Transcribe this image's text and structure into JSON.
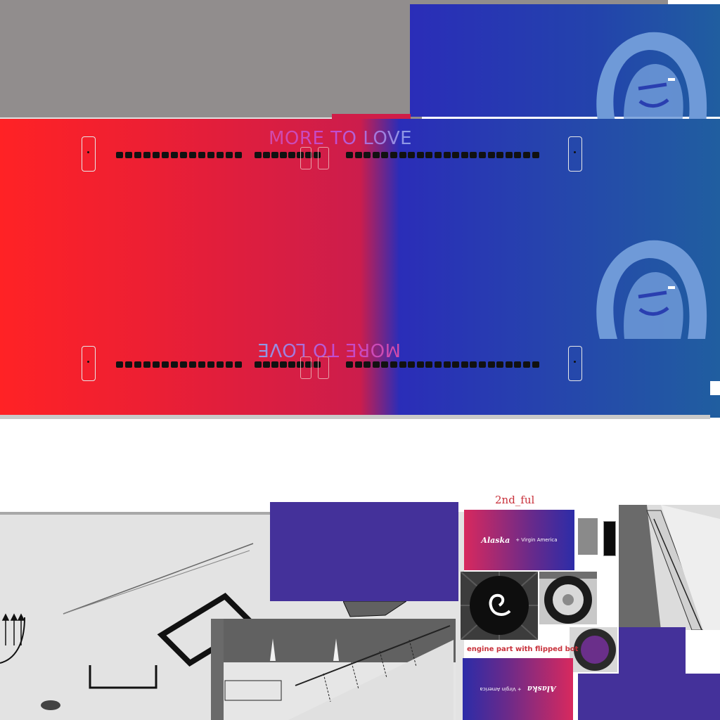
{
  "texture": {
    "slogan_top": "MORE TO LOVE",
    "slogan_bottom": "MORE TO LOVE",
    "engine_label": "engine part with flipped bot",
    "header_scribble": "2nd_ful",
    "card_brand": "Alaska",
    "card_subtitle": "+ Virgin America"
  },
  "icons": {
    "tail_logo": "eskimo-face-icon",
    "engine_fan": "spiral-spinner-icon",
    "wheel": "landing-wheel-icon",
    "tire": "tire-icon",
    "arrows": "arrow-up-icon"
  },
  "colors": {
    "red": "#ff2225",
    "crimson": "#c81c50",
    "blue": "#2a2db8",
    "blue_right": "#205ea0",
    "purple": "#44319a",
    "logo_light_blue": "#6f9ad8",
    "gray": "#918d8d",
    "wing": "#e3e3e3"
  }
}
